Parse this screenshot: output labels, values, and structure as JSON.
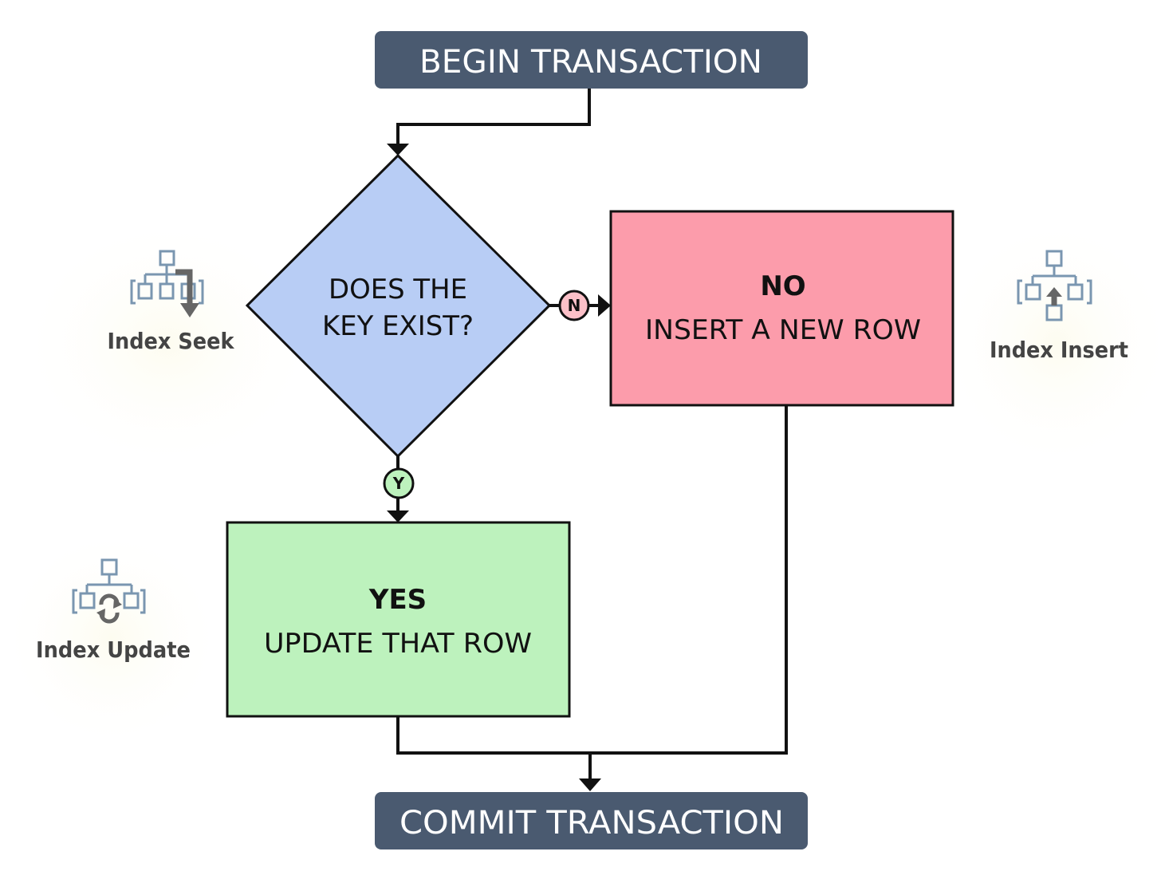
{
  "flowchart": {
    "begin_label": "BEGIN TRANSACTION",
    "decision_line1": "DOES THE",
    "decision_line2": "KEY EXIST?",
    "no_marker": "N",
    "yes_marker": "Y",
    "no_title": "NO",
    "no_action": "INSERT A NEW ROW",
    "yes_title": "YES",
    "yes_action": "UPDATE THAT ROW",
    "commit_label": "COMMIT TRANSACTION"
  },
  "icons": {
    "seek": {
      "icon": "index-seek-icon",
      "label": "Index Seek"
    },
    "insert": {
      "icon": "index-insert-icon",
      "label": "Index Insert"
    },
    "update": {
      "icon": "index-update-icon",
      "label": "Index Update"
    }
  },
  "colors": {
    "terminal": "#4a5a70",
    "decision": "#b8cdf5",
    "no_box": "#fc9cab",
    "yes_box": "#bdf2bd",
    "no_marker": "#fcc0c8",
    "yes_marker": "#bdf2bd",
    "icon_blue": "#7a96b0",
    "icon_gray": "#666666"
  }
}
